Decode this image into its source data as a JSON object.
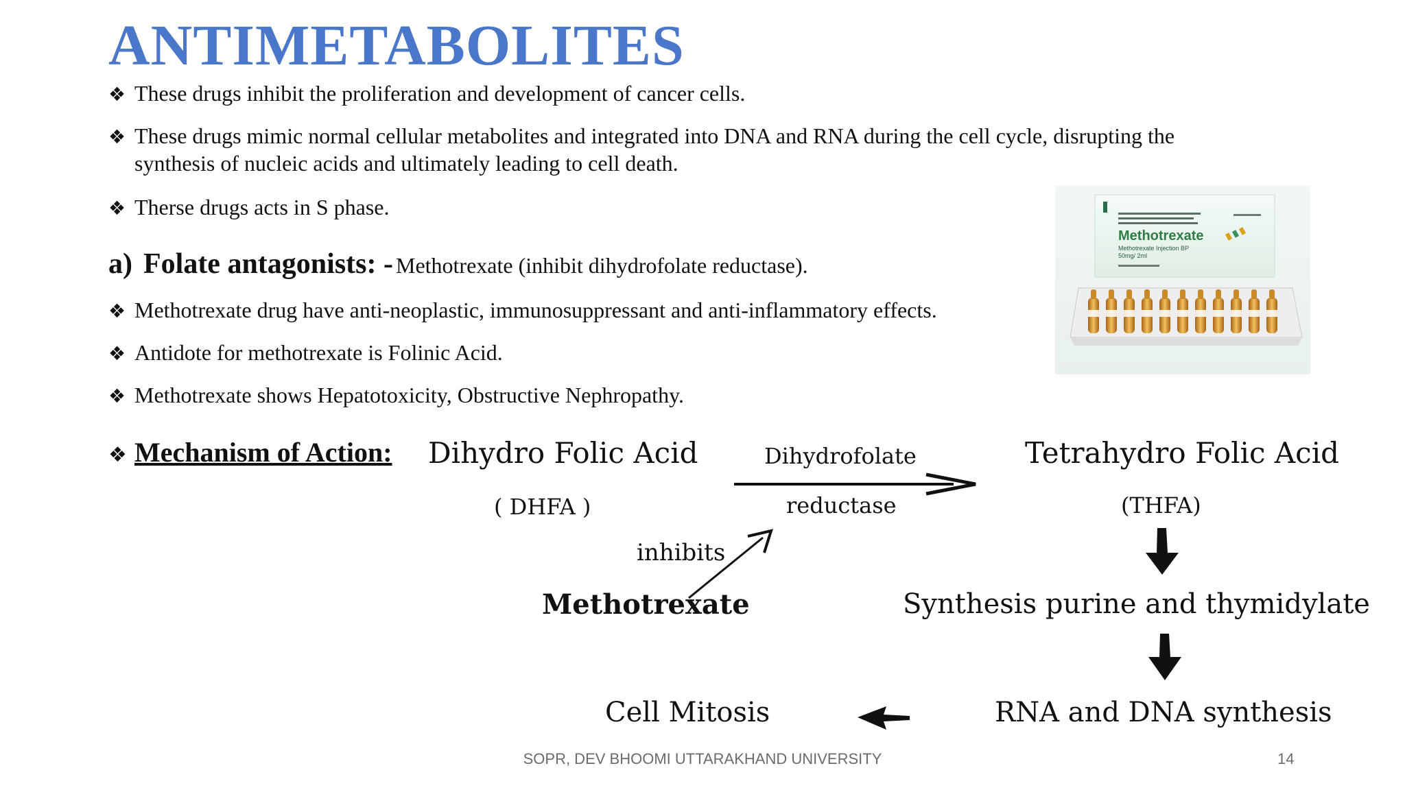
{
  "slide": {
    "title": "ANTIMETABOLITES",
    "bullet_symbol": "❖",
    "bullets": [
      {
        "text": "These drugs inhibit the proliferation and development of cancer cells."
      },
      {
        "text": "These drugs mimic normal cellular metabolites and integrated into DNA and RNA during the cell cycle, disrupting the",
        "cont": "synthesis of nucleic acids and ultimately leading to cell death."
      },
      {
        "text": "Therse drugs acts in S phase."
      }
    ],
    "section_a": {
      "label": "a)",
      "name": "Folate antagonists: -",
      "rest": "Methotrexate (inhibit dihydrofolate reductase)."
    },
    "bullets_b": [
      {
        "text": "Methotrexate drug have anti-neoplastic, immunosuppressant and anti-inflammatory effects."
      },
      {
        "text": "Antidote for methotrexate is Folinic Acid."
      },
      {
        "text": "Methotrexate shows Hepatotoxicity, Obstructive Nephropathy."
      }
    ],
    "mechanism_label": "Mechanism of Action:",
    "product_image": {
      "brand": "Methotrexate",
      "subtitle": "Methotrexate Injection BP",
      "strength": "50mg/ 2ml"
    }
  },
  "diagram": {
    "dhfa": "Dihydro Folic Acid",
    "dhfa_abbr": "( DHFA )",
    "enzyme_line1": "Dihydrofolate",
    "enzyme_line2": "reductase",
    "thfa": "Tetrahydro Folic Acid",
    "thfa_abbr": "(THFA)",
    "inhibits": "inhibits",
    "drug": "Methotrexate",
    "synthesis": "Synthesis purine and thymidylate",
    "rna_dna": "RNA and DNA synthesis",
    "mitosis": "Cell Mitosis"
  },
  "footer": {
    "text": "SOPR, DEV BHOOMI UTTARAKHAND UNIVERSITY",
    "page_number": "14"
  }
}
